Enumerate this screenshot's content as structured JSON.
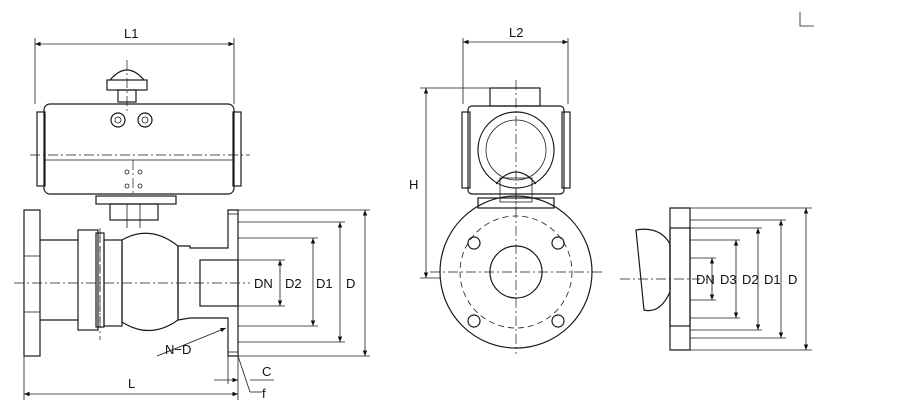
{
  "labels": {
    "L1": "L1",
    "L2": "L2",
    "L": "L",
    "H": "H",
    "ND": "N−D",
    "C": "C",
    "f": "f",
    "left_DN": "DN",
    "left_D2": "D2",
    "left_D1": "D1",
    "left_D": "D",
    "right_DN": "DN",
    "right_D3": "D3",
    "right_D2": "D2",
    "right_D1": "D1",
    "right_D": "D"
  }
}
